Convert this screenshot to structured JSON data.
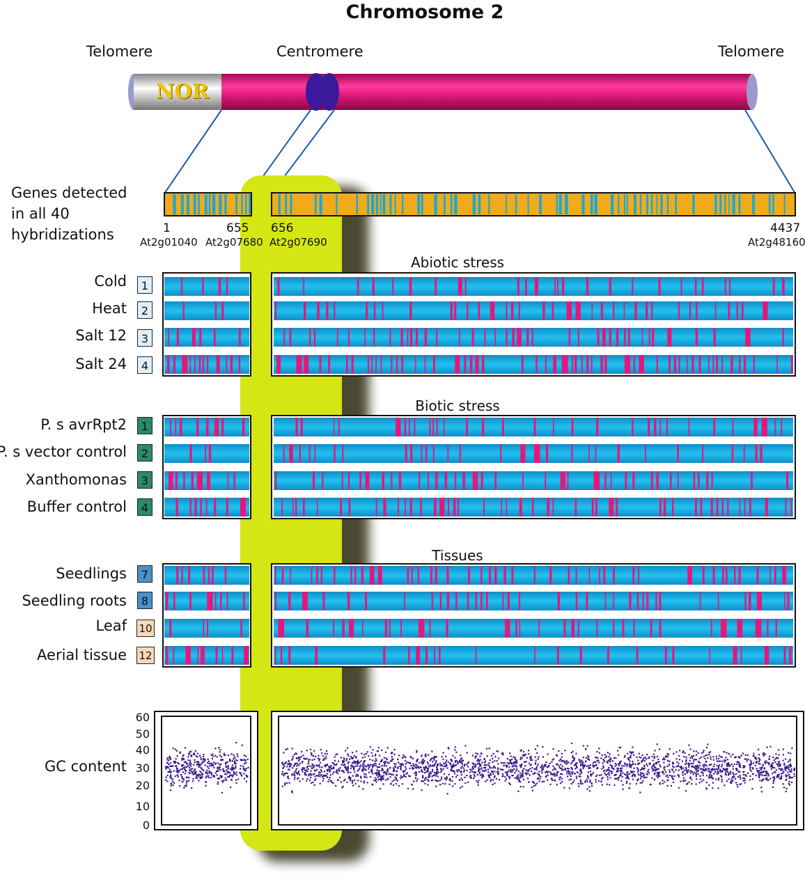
{
  "title": "Chromosome 2",
  "chromosome": {
    "left_label": "Telomere",
    "center_label": "Centromere",
    "right_label": "Telomere",
    "nor_label": "NOR",
    "colors": {
      "arm": "#d4146f",
      "arm_highlight": "#ff3aa0",
      "centromere": "#3a1a9a",
      "nor": "#c8c8c8",
      "nor_text": "#f2c400",
      "cap": "#9a9ad0"
    }
  },
  "genes_detected": {
    "label": "Genes detected in all 40 hybridizations",
    "left_start": "1",
    "left_start_id": "At2g01040",
    "left_end": "655",
    "left_end_id": "At2g07680",
    "right_start": "656",
    "right_start_id": "At2g07690",
    "right_end": "4437",
    "right_end_id": "At2g48160",
    "colors": {
      "background": "#f0aa1c",
      "gene": "#18a8d8"
    }
  },
  "sections": [
    {
      "title": "Abiotic stress",
      "badge_color": "#dff0fa",
      "rows": [
        {
          "label": "Cold",
          "badge": "1"
        },
        {
          "label": "Heat",
          "badge": "2"
        },
        {
          "label": "Salt 12",
          "badge": "3"
        },
        {
          "label": "Salt 24",
          "badge": "4"
        }
      ]
    },
    {
      "title": "Biotic stress",
      "badge_color": "#2a8a6a",
      "rows": [
        {
          "label": "P. s avrRpt2",
          "badge": "1"
        },
        {
          "label": "P. s vector control",
          "badge": "2"
        },
        {
          "label": "Xanthomonas",
          "badge": "3"
        },
        {
          "label": "Buffer control",
          "badge": "4"
        }
      ]
    },
    {
      "title": "Tissues",
      "rows": [
        {
          "label": "Seedlings",
          "badge": "7",
          "badge_color": "#4a90c8"
        },
        {
          "label": "Seedling roots",
          "badge": "8",
          "badge_color": "#4a90c8"
        },
        {
          "label": "Leaf",
          "badge": "10",
          "badge_color": "#f6d9b8"
        },
        {
          "label": "Aerial tissue",
          "badge": "12",
          "badge_color": "#f6d9b8"
        }
      ]
    }
  ],
  "track_colors": {
    "base": "#1aaee0",
    "expressed": "#e8157a"
  },
  "highlight_color": "#d4e614",
  "gc_content": {
    "label": "GC content",
    "y_ticks": [
      "60",
      "50",
      "40",
      "30",
      "20",
      "10",
      "0"
    ],
    "point_color": "#3a1a8a"
  }
}
